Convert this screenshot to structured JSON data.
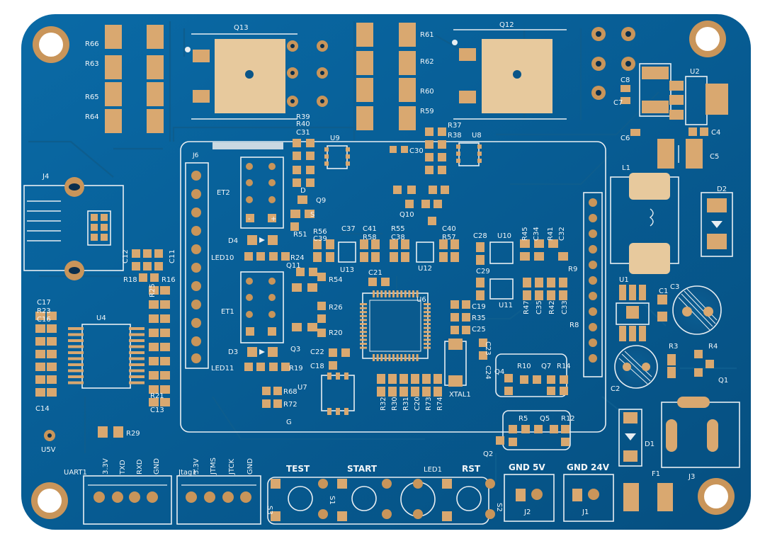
{
  "colors": {
    "board": "#075c93",
    "copper": "#d9a870",
    "silkscreen": "#f2f6f8",
    "trace": "#0d5d8e"
  },
  "labels": {
    "q13": "Q13",
    "q12": "Q12",
    "r66": "R66",
    "r63": "R63",
    "r65": "R65",
    "r64": "R64",
    "r61": "R61",
    "r62": "R62",
    "r60": "R60",
    "r59": "R59",
    "r39": "R39",
    "r40": "R40",
    "c31": "C31",
    "u9": "U9",
    "r37": "R37",
    "r38": "R38",
    "u8": "U8",
    "c30": "C30",
    "c8": "C8",
    "c7": "C7",
    "u2": "U2",
    "c6": "C6",
    "c4": "C4",
    "c5": "C5",
    "l1": "L1",
    "d2": "D2",
    "j4": "J4",
    "j6": "J6",
    "et2": "ET2",
    "q9": "Q9",
    "r51": "R51",
    "d4": "D4",
    "led10": "LED10",
    "r24": "R24",
    "q11": "Q11",
    "r54": "R54",
    "et1": "ET1",
    "r26": "R26",
    "d3": "D3",
    "led11": "LED11",
    "r19": "R19",
    "q3": "Q3",
    "r20": "R20",
    "q10": "Q10",
    "r56": "R56",
    "c39": "C39",
    "c37": "C37",
    "c41": "C41",
    "r58": "R58",
    "r55": "R55",
    "c38": "C38",
    "c40": "C40",
    "r57": "R57",
    "u13": "U13",
    "u12": "U12",
    "c21": "C21",
    "c28": "C28",
    "u10": "U10",
    "r45": "R45",
    "c34": "C34",
    "r41": "R41",
    "c32": "C32",
    "c29": "C29",
    "u11": "U11",
    "r47": "R47",
    "c35": "C35",
    "r42": "R42",
    "c33": "C33",
    "r9": "R9",
    "u6": "U6",
    "c19": "C19",
    "r35": "R35",
    "c25": "C25",
    "r8": "R8",
    "c22": "C22",
    "c18": "C18",
    "c23": "C23",
    "c24": "C24",
    "xtal1": "XTAL1",
    "q4": "Q4",
    "r10": "R10",
    "q7": "Q7",
    "r14": "R14",
    "u1": "U1",
    "c1": "C1",
    "c3": "C3",
    "r3": "R3",
    "r4": "R4",
    "q1": "Q1",
    "c2": "C2",
    "r5": "R5",
    "q5": "Q5",
    "r12": "R12",
    "q2": "Q2",
    "d1": "D1",
    "f1": "F1",
    "j3": "J3",
    "u7": "U7",
    "r68": "R68",
    "r72": "R72",
    "r32": "R32",
    "r30": "R30",
    "r31": "R31",
    "c20": "C20",
    "r73": "R73",
    "r74": "R74",
    "c17": "C17",
    "r23": "R23",
    "c16": "C16",
    "u4": "U4",
    "r18": "R18",
    "r16": "R16",
    "c12": "C12",
    "c11": "C11",
    "r25": "R25",
    "r21": "R21",
    "c13": "C13",
    "c14": "C14",
    "r29": "R29",
    "u5v": "U5V",
    "uart1": "UART1",
    "v33a": "3.3V",
    "txd": "TXD",
    "rxd": "RXD",
    "gnd1": "GND",
    "jtag1": "Jtag1",
    "v33b": "3.3V",
    "jtms": "JTMS",
    "jtck": "JTCK",
    "gnd2": "GND",
    "test": "TEST",
    "start": "START",
    "led1": "LED1",
    "rst": "RST",
    "gnd5v": "GND 5V",
    "gnd24v": "GND 24V",
    "j2": "J2",
    "j1": "J1",
    "s3": "S3",
    "s1": "S1",
    "s2": "S2",
    "g": "G",
    "s": "S",
    "d": "D",
    "plus": "+",
    "minus": "-"
  }
}
